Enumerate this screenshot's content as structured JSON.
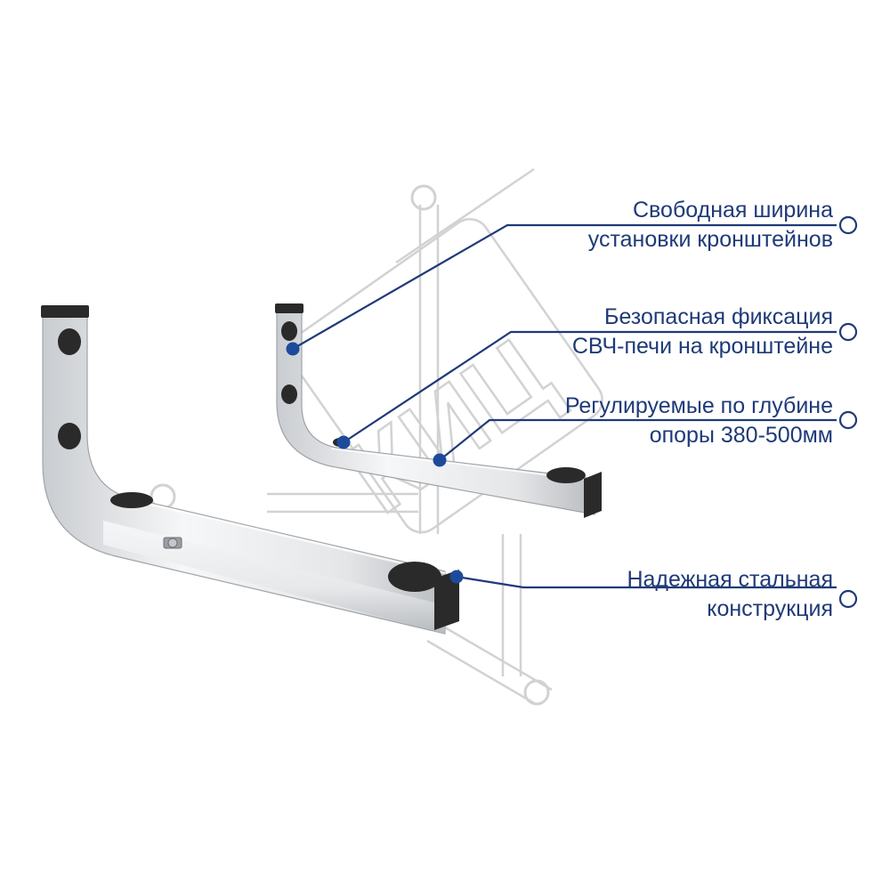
{
  "watermark": {
    "text": "КИЦ"
  },
  "colors": {
    "accent": "#1f3a78",
    "dot": "#1e4a9c",
    "watermark": "#d2d2d2",
    "steel": "#eceef0",
    "rubber": "#2a2a2a"
  },
  "callouts": [
    {
      "line1": "Свободная ширина",
      "line2": "установки кронштейнов"
    },
    {
      "line1": "Безопасная фиксация",
      "line2": "СВЧ-печи на кронштейне"
    },
    {
      "line1": "Регулируемые по глубине",
      "line2": "опоры 380-500мм"
    },
    {
      "line1": "Надежная стальная",
      "line2": "конструкция"
    }
  ]
}
